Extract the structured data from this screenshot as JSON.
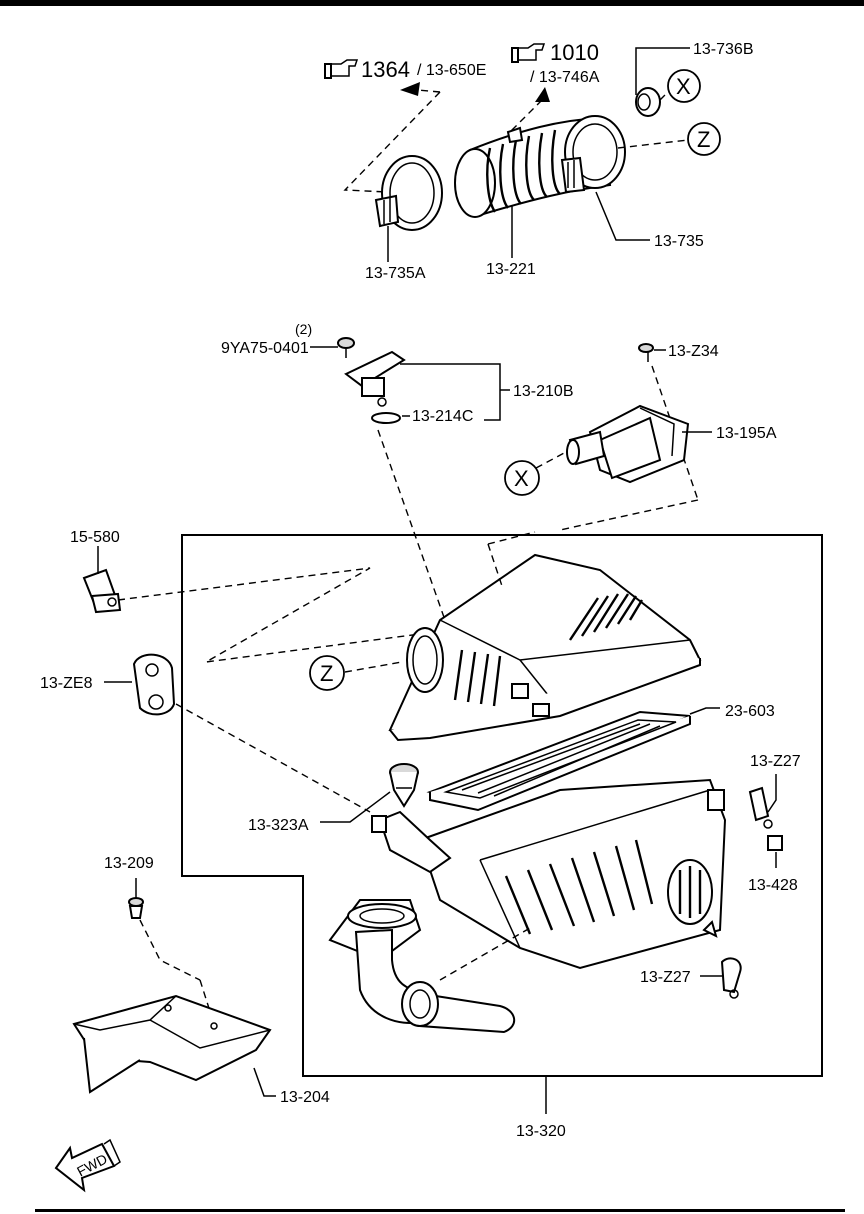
{
  "diagram": {
    "refs": {
      "ref_1364": "1364",
      "ref_13_650e": "/ 13-650E",
      "ref_1010": "1010",
      "ref_13_746a": "/ 13-746A"
    },
    "labels": {
      "p_13_736b": "13-736B",
      "p_13_735a": "13-735A",
      "p_13_221": "13-221",
      "p_13_735": "13-735",
      "qty_2": "(2)",
      "p_9ya75": "9YA75-0401",
      "p_13_210b": "13-210B",
      "p_13_214c": "13-214C",
      "p_13_z34": "13-Z34",
      "p_13_195a": "13-195A",
      "p_15_580": "15-580",
      "p_13_ze8": "13-ZE8",
      "p_23_603": "23-603",
      "p_13_z27_top": "13-Z27",
      "p_13_323a": "13-323A",
      "p_13_428": "13-428",
      "p_13_209": "13-209",
      "p_13_z27_bottom": "13-Z27",
      "p_13_204": "13-204",
      "p_13_320": "13-320"
    },
    "markers": {
      "x_top": "X",
      "z_top": "Z",
      "x_mid": "X",
      "z_mid": "Z"
    },
    "fwd": "FWD"
  }
}
